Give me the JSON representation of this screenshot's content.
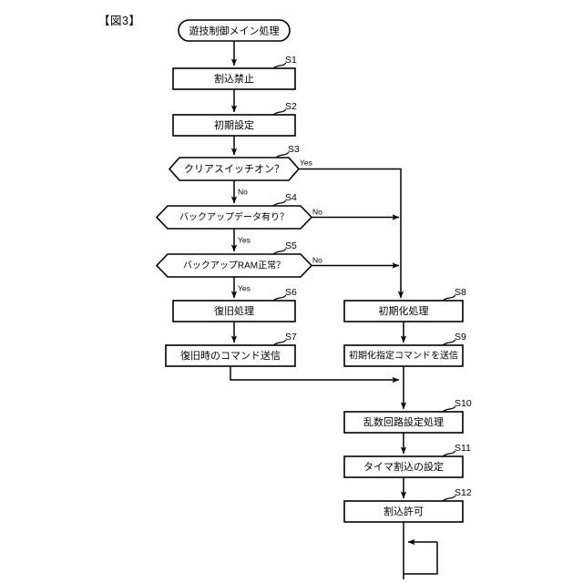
{
  "figure": {
    "label": "【図3】",
    "title_node": "遊技制御メイン処理"
  },
  "branch_labels": {
    "yes": "Yes",
    "no": "No"
  },
  "nodes": [
    {
      "id": "start",
      "tag": "",
      "text": "遊技制御メイン処理",
      "type": "terminator"
    },
    {
      "id": "s1",
      "tag": "S1",
      "text": "割込禁止",
      "type": "process"
    },
    {
      "id": "s2",
      "tag": "S2",
      "text": "初期設定",
      "type": "process"
    },
    {
      "id": "s3",
      "tag": "S3",
      "text": "クリアスイッチオン？",
      "type": "decision",
      "yes": "Yes",
      "no": "No"
    },
    {
      "id": "s4",
      "tag": "S4",
      "text": "バックアップデータ有り？",
      "type": "decision",
      "yes": "Yes",
      "no": "No"
    },
    {
      "id": "s5",
      "tag": "S5",
      "text": "バックアップRAM正常？",
      "type": "decision",
      "yes": "Yes",
      "no": "No"
    },
    {
      "id": "s6",
      "tag": "S6",
      "text": "復旧処理",
      "type": "process"
    },
    {
      "id": "s7",
      "tag": "S7",
      "text": "復旧時のコマンド送信",
      "type": "process"
    },
    {
      "id": "s8",
      "tag": "S8",
      "text": "初期化処理",
      "type": "process"
    },
    {
      "id": "s9",
      "tag": "S9",
      "text": "初期化指定コマンドを送信",
      "type": "process"
    },
    {
      "id": "s10",
      "tag": "S10",
      "text": "乱数回路設定処理",
      "type": "process"
    },
    {
      "id": "s11",
      "tag": "S11",
      "text": "タイマ割込の設定",
      "type": "process"
    },
    {
      "id": "s12",
      "tag": "S12",
      "text": "割込許可",
      "type": "process"
    }
  ],
  "colors": {
    "stroke": "#000000",
    "fill": "#ffffff",
    "background": "#ffffff"
  }
}
